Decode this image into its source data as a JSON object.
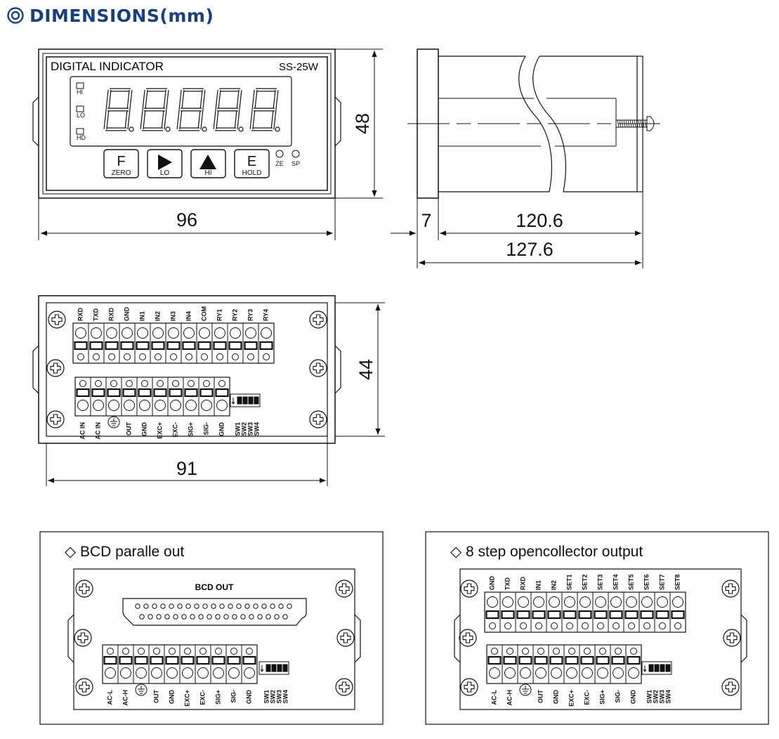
{
  "title": "DIMENSIONS(mm)",
  "colors": {
    "title": "#1a3f7a",
    "line": "#111111"
  },
  "front": {
    "label": "DIGITAL INDICATOR",
    "model": "SS-25W",
    "digits": "8.8.8.8.8.",
    "leds": [
      "HI",
      "LO",
      "HD"
    ],
    "keys": [
      {
        "glyph": "F",
        "label": "ZERO"
      },
      {
        "glyph": "▶",
        "label": "LO"
      },
      {
        "glyph": "▲",
        "label": "HI"
      },
      {
        "glyph": "E",
        "label": "HOLD"
      }
    ],
    "indicators": [
      "ZE",
      "SP"
    ]
  },
  "dimensions": {
    "width": "96",
    "height": "48",
    "bezel": "7",
    "body": "120.6",
    "total": "127.6",
    "rear_height": "44",
    "rear_width": "91"
  },
  "rear": {
    "top_terminals": [
      "RXD",
      "TXD",
      "RXD",
      "GND",
      "IN1",
      "IN2",
      "IN3",
      "IN4",
      "COM",
      "RY1",
      "RY2",
      "RY3",
      "RY4"
    ],
    "bottom_terminals": [
      "AC IN",
      "AC IN",
      "earth",
      "OUT",
      "GND",
      "EXC+",
      "EXC-",
      "SIG+",
      "SIG-",
      "GND"
    ],
    "switches": [
      "SW1",
      "SW2",
      "SW3",
      "SW4"
    ]
  },
  "bcd": {
    "title": "◇ BCD paralle out",
    "connector_label": "BCD OUT",
    "bottom_terminals": [
      "AC-L",
      "AC-H",
      "earth",
      "OUT",
      "GND",
      "EXC+",
      "EXC-",
      "SIG+",
      "SIG-",
      "GND"
    ],
    "switches": [
      "SW1",
      "SW2",
      "SW3",
      "SW4"
    ]
  },
  "step8": {
    "title": "◇ 8 step opencollector output",
    "top_terminals": [
      "GND",
      "TXD",
      "RXD",
      "IN1",
      "IN2",
      "SET1",
      "SET2",
      "SET3",
      "SET4",
      "SET5",
      "SET6",
      "SET7",
      "SET8"
    ],
    "bottom_terminals": [
      "AC-L",
      "AC-H",
      "earth",
      "OUT",
      "GND",
      "EXC+",
      "EXC-",
      "SIG+",
      "SIG-",
      "GND"
    ],
    "switches": [
      "SW1",
      "SW2",
      "SW3",
      "SW4"
    ]
  }
}
